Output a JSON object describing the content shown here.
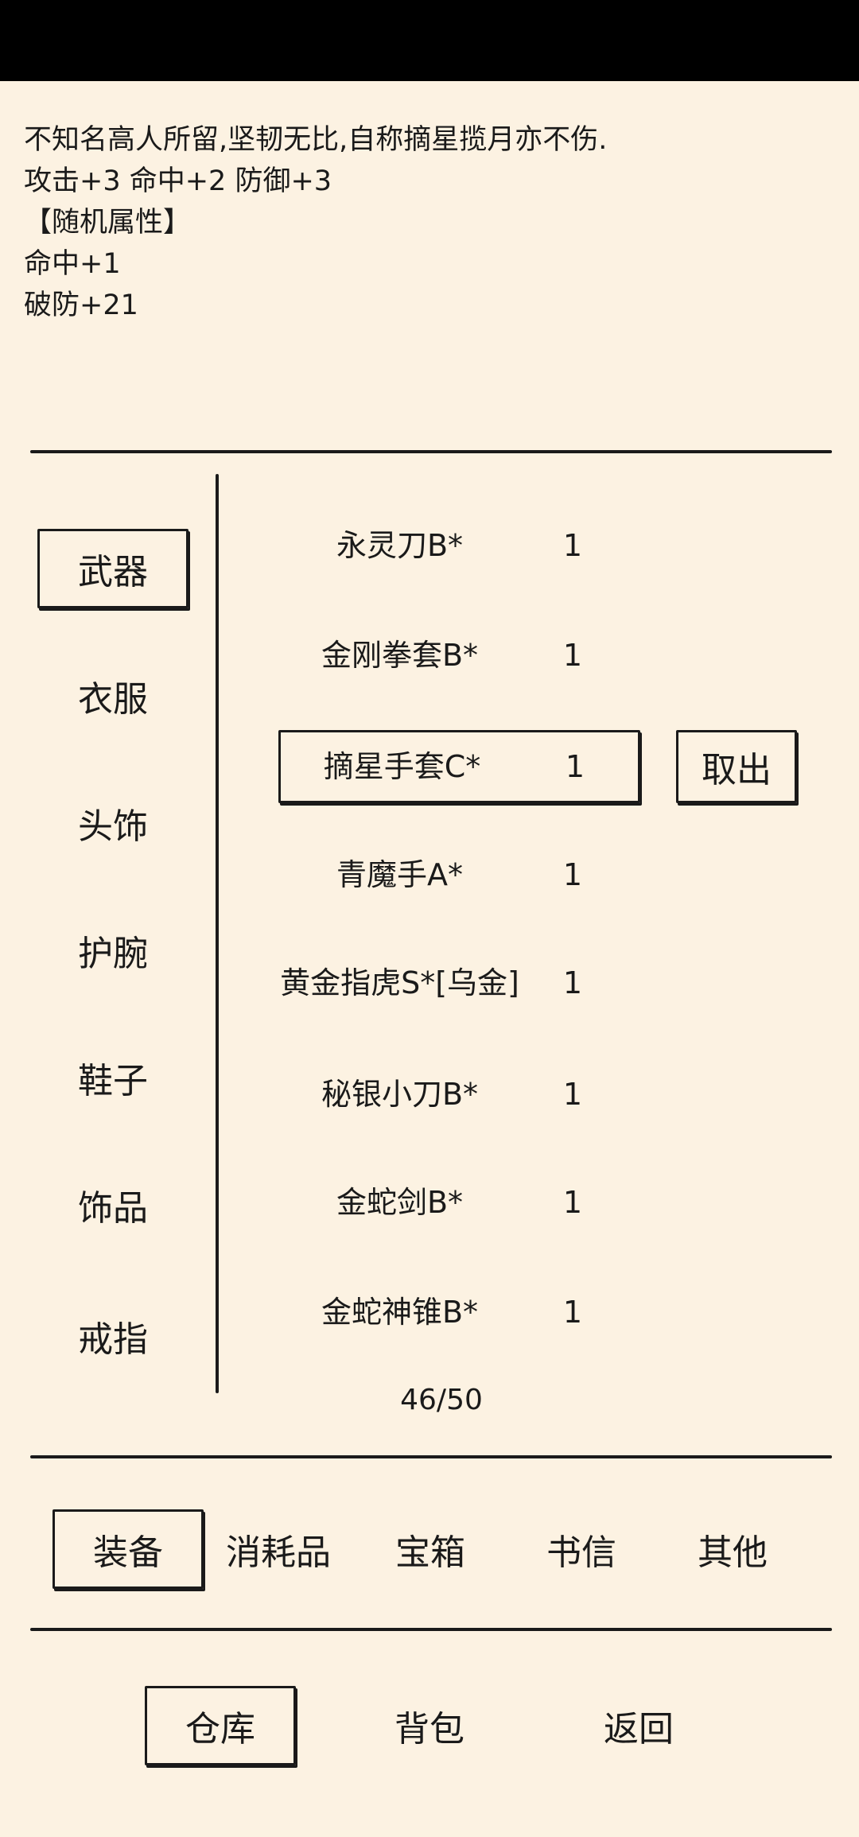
{
  "description": {
    "lines": [
      "不知名高人所留,坚韧无比,自称摘星揽月亦不伤.",
      "攻击+3 命中+2 防御+3",
      "【随机属性】",
      "命中+1",
      "破防+21"
    ]
  },
  "categories": [
    "武器",
    "衣服",
    "头饰",
    "护腕",
    "鞋子",
    "饰品",
    "戒指"
  ],
  "items": [
    {
      "name": "永灵刀B*",
      "qty": "1"
    },
    {
      "name": "金刚拳套B*",
      "qty": "1"
    },
    {
      "name": "摘星手套C*",
      "qty": "1"
    },
    {
      "name": "青魔手A*",
      "qty": "1"
    },
    {
      "name": "黄金指虎S*[乌金]",
      "qty": "1"
    },
    {
      "name": "秘银小刀B*",
      "qty": "1"
    },
    {
      "name": "金蛇剑B*",
      "qty": "1"
    },
    {
      "name": "金蛇神锥B*",
      "qty": "1"
    }
  ],
  "take_out_label": "取出",
  "capacity": "46/50",
  "type_tabs": [
    "装备",
    "消耗品",
    "宝箱",
    "书信",
    "其他"
  ],
  "bottom_tabs": [
    "仓库",
    "背包",
    "返回"
  ]
}
